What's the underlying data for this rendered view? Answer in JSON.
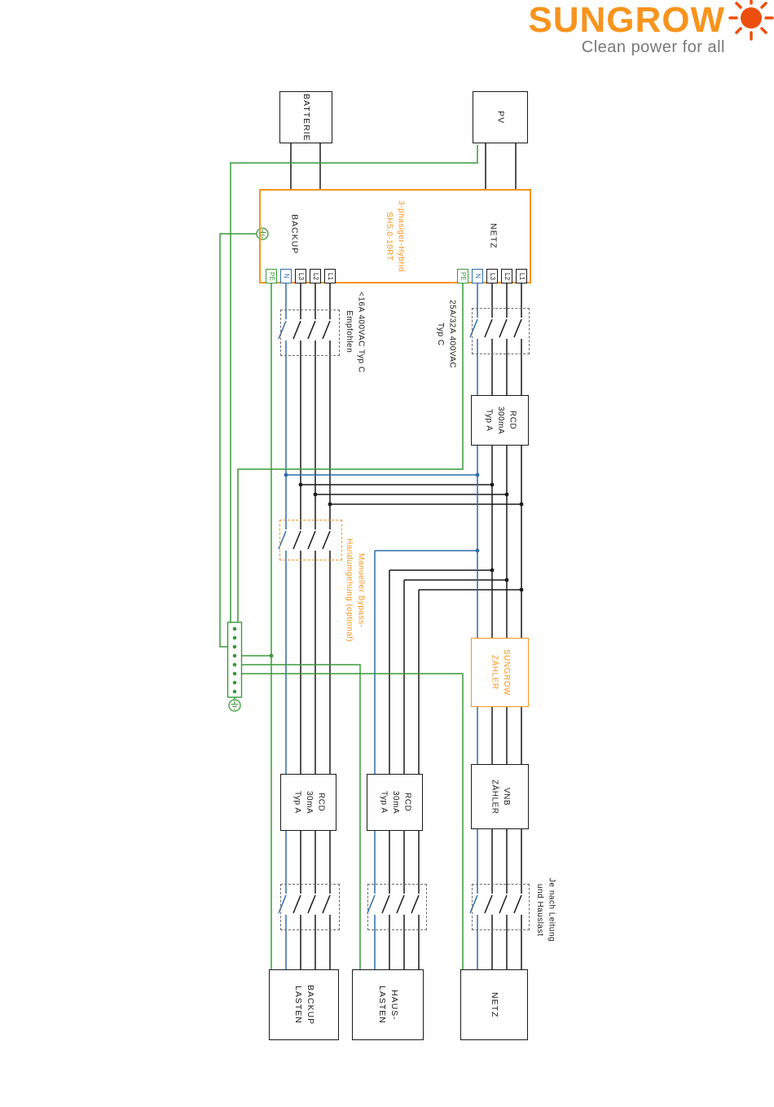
{
  "brand": {
    "wordmark": "SUNGROW",
    "tagline": "Clean power for all"
  },
  "colors": {
    "orange": "#F7941D",
    "sun_mark": "#EE4E0D",
    "tagline_gray": "#77787B",
    "pe_green": "#3a9a3a",
    "neutral_blue": "#2e6da8",
    "line_black": "#1a1a1a"
  },
  "sources": {
    "battery": "BATTERIE",
    "pv": "PV"
  },
  "inverter": {
    "backup_port": "BACKUP",
    "model": [
      "3-phasiger-Hybrid",
      "SH5.0-10RT"
    ],
    "netz_port": "NETZ"
  },
  "terminals": [
    "PE",
    "N",
    "L3",
    "L2",
    "L1"
  ],
  "protection": {
    "rcd_300": [
      "RCD",
      "300mA",
      "Typ A"
    ],
    "rcd_30_backup": [
      "RCD",
      "30mA",
      "Typ A"
    ],
    "rcd_30_haus": [
      "RCD",
      "30mA",
      "Typ A"
    ]
  },
  "meters": {
    "sungrow": [
      "SUNGROW",
      "ZÄHLER"
    ],
    "vnb": [
      "VNB",
      "ZÄHLER"
    ]
  },
  "loads": {
    "backup": [
      "BACKUP",
      "LASTEN"
    ],
    "haus": [
      "HAUS-",
      "LASTEN"
    ],
    "netz": "NETZ"
  },
  "notes": {
    "backup_breaker": [
      "<16A 400VAC Typ C",
      "Empfohlen"
    ],
    "grid_breaker": [
      "25A/32A 400VAC",
      "Typ C"
    ],
    "bypass": [
      "Manueller Bypass-",
      "Handumgehung (optional)"
    ],
    "grid_load": [
      "Je nach Leitung",
      "und Hauslast"
    ]
  }
}
